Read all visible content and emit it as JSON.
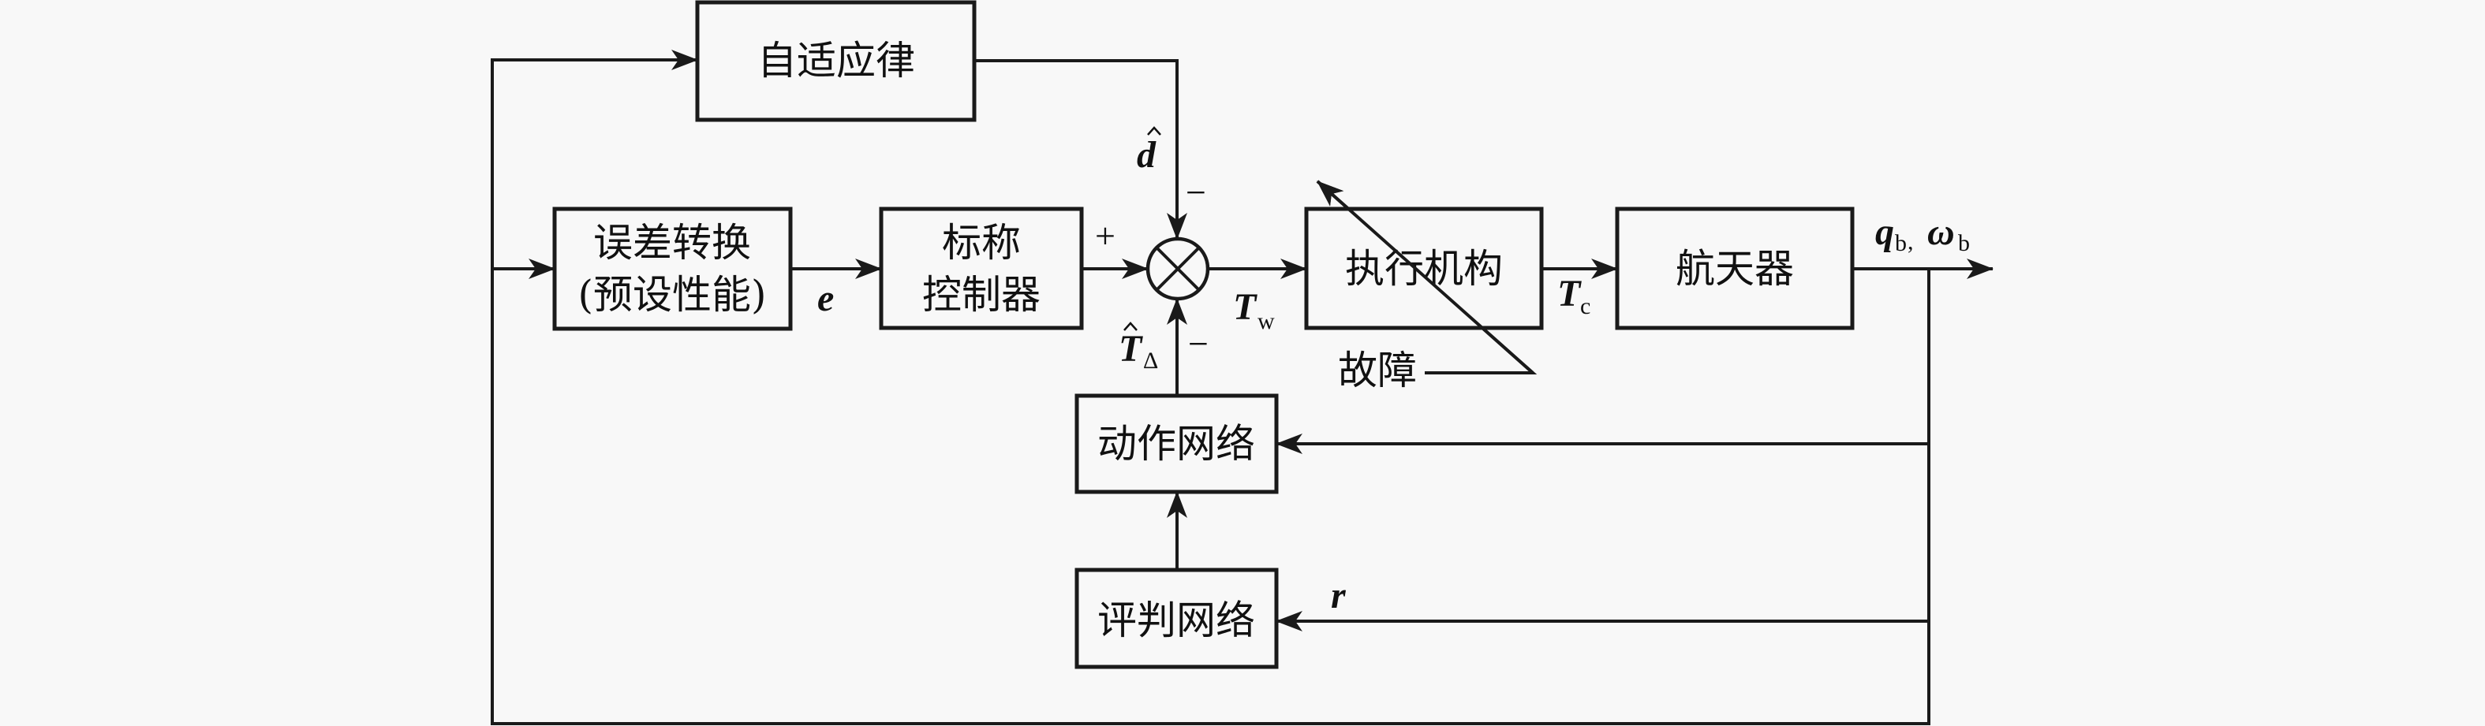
{
  "diagram": {
    "blocks": {
      "adaptive_law": "自适应律",
      "error_transform": {
        "line1": "误差转换",
        "line2": "(预设性能)"
      },
      "nominal_controller": {
        "line1": "标称",
        "line2": "控制器"
      },
      "actuator": "执行机构",
      "spacecraft": "航天器",
      "action_network": "动作网络",
      "critic_network": "评判网络"
    },
    "signals": {
      "d_hat": {
        "symbol": "d"
      },
      "error": {
        "symbol": "e"
      },
      "T_w": {
        "symbol": "T",
        "sub": "w"
      },
      "T_c": {
        "symbol": "T",
        "sub": "c"
      },
      "T_delta_hat": {
        "symbol": "T",
        "sub": "Δ"
      },
      "output": {
        "q": "q",
        "q_sub": "b",
        "separator": ",",
        "omega": "ω",
        "omega_sub": "b"
      },
      "reward": {
        "symbol": "r"
      }
    },
    "fault_label": "故障",
    "signs": {
      "nominal_input": "+",
      "d_hat_input": "−",
      "T_delta_input": "−"
    },
    "colors": {
      "background": "#f8f8f8",
      "stroke": "#1a1a1a"
    }
  }
}
